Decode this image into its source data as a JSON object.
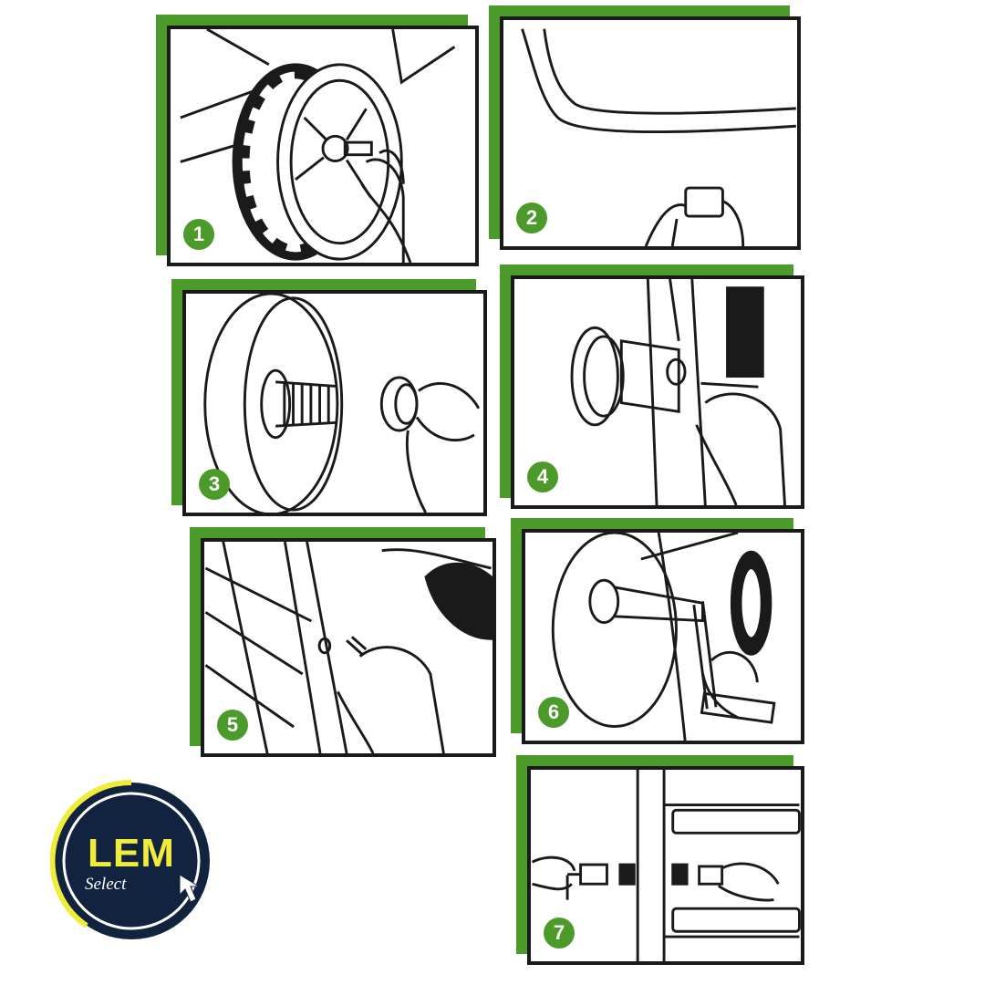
{
  "colors": {
    "accent": "#4c9a2a",
    "frame": "#1a1a1a",
    "logo_ring": "#f1ec3a",
    "logo_bg": "#12233f"
  },
  "panels": [
    {
      "step": "1",
      "icon": "wheel-bolt-icon"
    },
    {
      "step": "2",
      "icon": "frame-clip-icon"
    },
    {
      "step": "3",
      "icon": "wheel-hub-nut-icon"
    },
    {
      "step": "4",
      "icon": "hub-pin-icon"
    },
    {
      "step": "5",
      "icon": "frame-screw-icon"
    },
    {
      "step": "6",
      "icon": "wrench-tighten-icon"
    },
    {
      "step": "7",
      "icon": "hose-connector-icon"
    }
  ],
  "logo": {
    "name": "LEM",
    "sub": "Select"
  }
}
